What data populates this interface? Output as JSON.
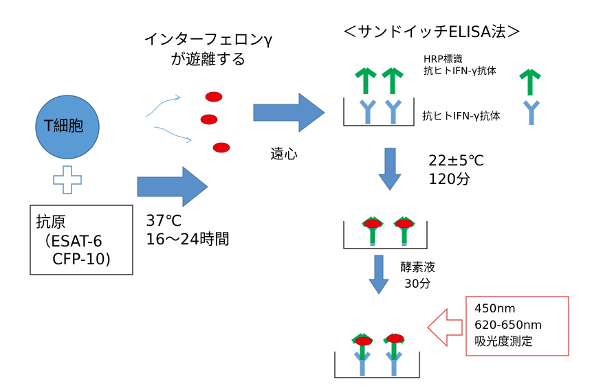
{
  "title": {
    "ifn_released_line1": "インターフェロンγ",
    "ifn_released_line2": "が遊離する",
    "sandwich_elisa": "＜サンドイッチELISA法＞"
  },
  "cell_label": "T細胞",
  "antigen_box": {
    "line1": "抗原",
    "line2": "（ESAT-6",
    "line3": "CFP-10)"
  },
  "incubation": {
    "temperature": "37℃",
    "duration": "16～24時間"
  },
  "centrifuge_label": "遠心",
  "legend": {
    "hrp_line1": "HRP標識",
    "hrp_line2": "抗ヒトIFN-γ抗体",
    "capture": "抗ヒトIFN-γ抗体"
  },
  "step1": {
    "line1": "22±5℃",
    "line2": "120分"
  },
  "step2": {
    "line1": "酵素液",
    "line2": "30分"
  },
  "measure_box": {
    "line1": "450nm",
    "line2": "620-650nm",
    "line3": "吸光度測定"
  },
  "colors": {
    "blue_fill": "#5b9bd5",
    "blue_arrow": "#5b8fc9",
    "green": "#00a650",
    "red_dot": "#e8000b",
    "red_border": "#d9302c",
    "antibody_blue": "#6a9fd4"
  }
}
